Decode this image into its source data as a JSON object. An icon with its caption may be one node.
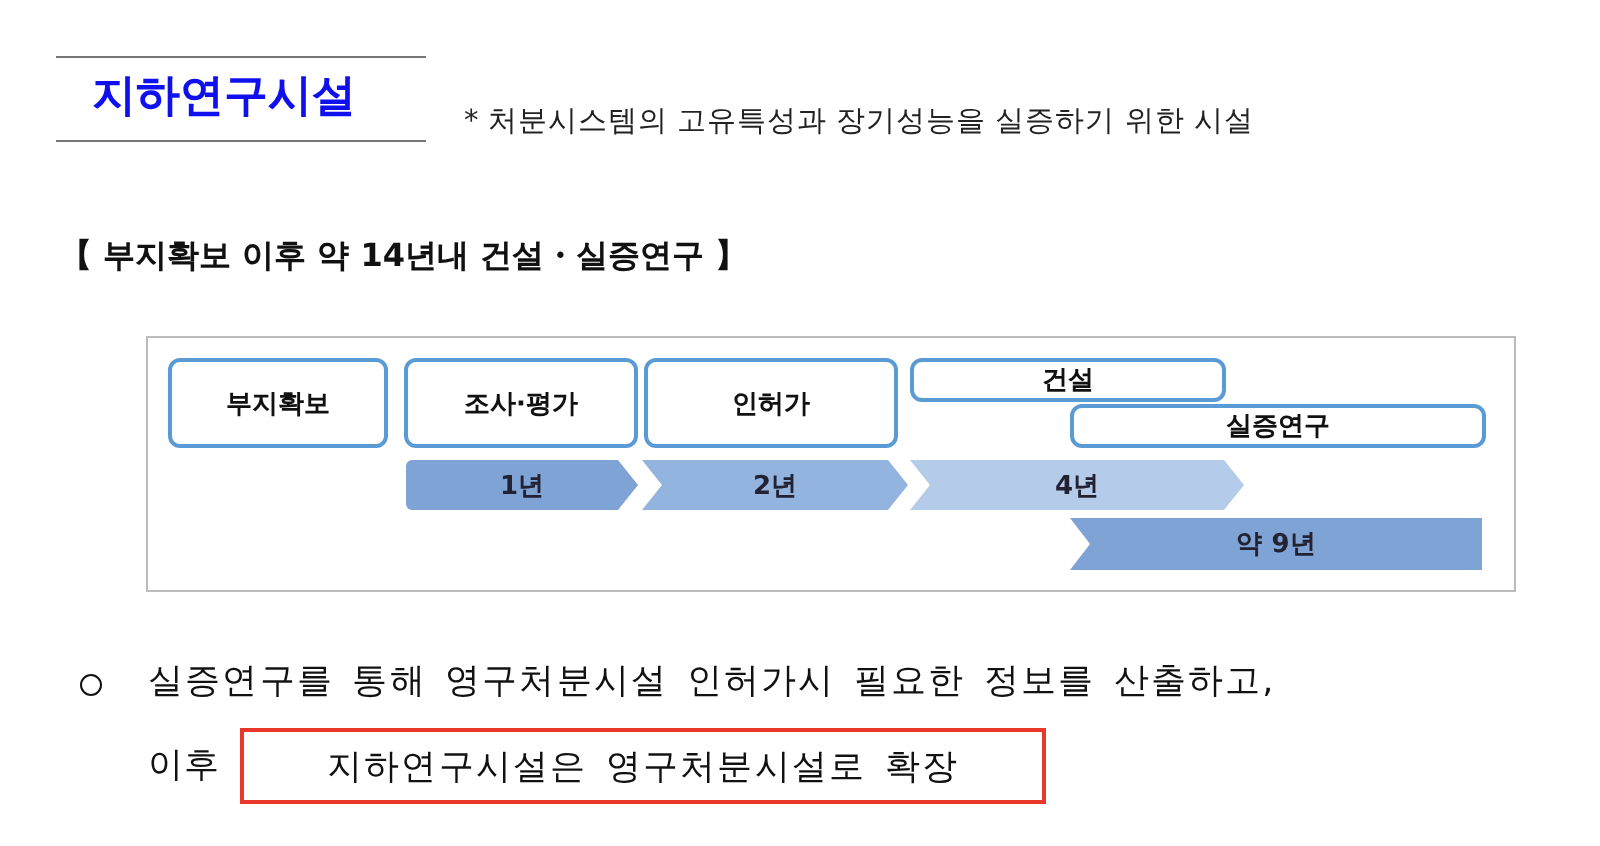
{
  "diagram": {
    "title": "지하연구시설",
    "nodes": [
      {
        "text": [
          "부지확보"
        ]
      },
      {
        "text": [
          "조사·평가"
        ]
      },
      {
        "text": [
          "인허가"
        ]
      },
      {
        "text": [
          "건설"
        ]
      },
      {
        "text": [
          "실증연구"
        ]
      },
      {
        "text": [
          "1년"
        ]
      },
      {
        "text": [
          "2년"
        ]
      },
      {
        "text": [
          "4년"
        ]
      },
      {
        "text": [
          "약 9년"
        ]
      },
      {
        "text": [
          "지하연구시설은 영구처분시설로 확장"
        ]
      }
    ],
    "labels": [
      "* 처분시스템의 고유특성과 장기성능을 실증하기 위한 시설",
      "【 부지확보 이후 약 14년내 건설・실증연구 】",
      "실증연구를 통해 영구처분시설 인허가시 필요한 정보를 산출하고,",
      "이후"
    ]
  }
}
